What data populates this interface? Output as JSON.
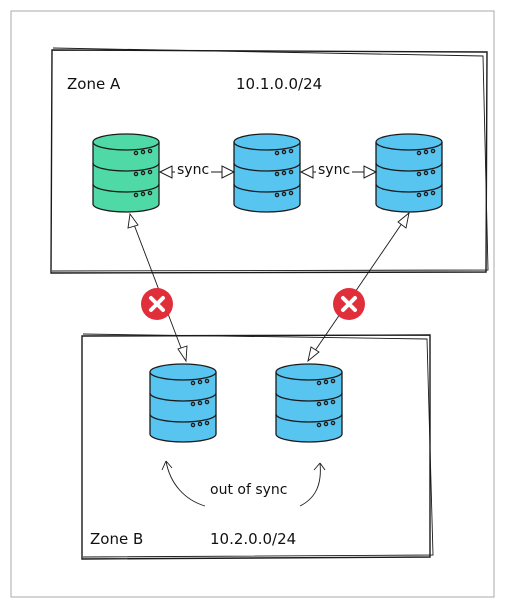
{
  "zone_a": {
    "name": "Zone A",
    "subnet": "10.1.0.0/24"
  },
  "zone_b": {
    "name": "Zone B",
    "subnet": "10.2.0.0/24"
  },
  "sync_labels": [
    "sync",
    "sync"
  ],
  "out_of_sync_label": "out of sync",
  "colors": {
    "primary_db": "#4fd9a6",
    "replica_db": "#58c4f0",
    "db_stroke": "#1a1a1a",
    "broken_link": "#e02f3a",
    "zone_border": "#1a1a1a",
    "frame_border": "#a9a9a9"
  },
  "icons": {
    "database": "database-icon",
    "broken_link": "x-circle-icon"
  }
}
